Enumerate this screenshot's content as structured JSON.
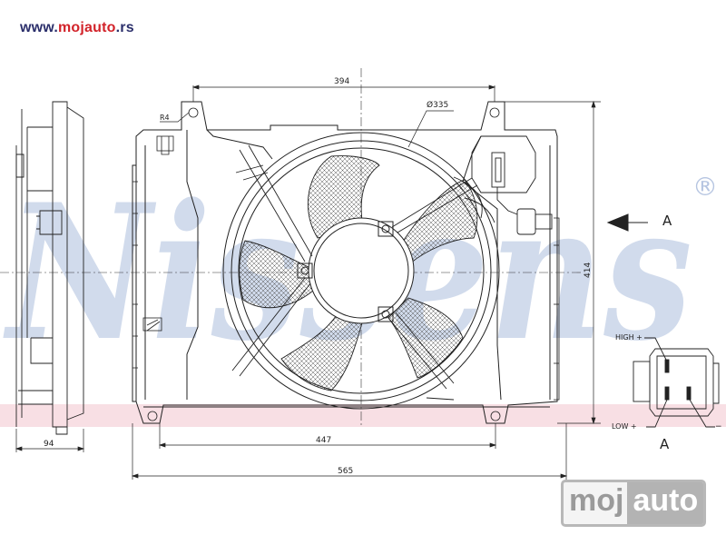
{
  "site_url": {
    "part1": "www.",
    "part2": "mojauto",
    "part3": ".rs"
  },
  "watermark": {
    "text": "Nissens",
    "registered": "®",
    "color": "#2f5aa8"
  },
  "dimensions": {
    "top_width": "394",
    "fan_diameter": "Ø335",
    "radius": "R4",
    "height": "414",
    "bottom_width": "447",
    "overall_width": "565",
    "depth": "94"
  },
  "view_marker": "A",
  "connector": {
    "high": "HIGH +",
    "low": "LOW +",
    "minus": "−"
  },
  "logo": {
    "part1": "moj",
    "part2": "auto"
  }
}
